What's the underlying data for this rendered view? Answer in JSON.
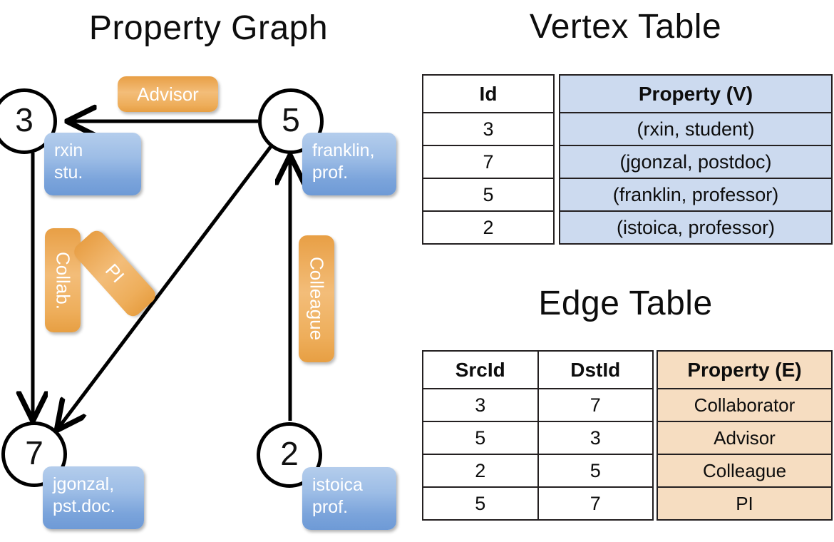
{
  "titles": {
    "property_graph": "Property Graph",
    "vertex_table": "Vertex Table",
    "edge_table": "Edge Table"
  },
  "graph": {
    "nodes": [
      {
        "id": "3",
        "property_line1": "rxin",
        "property_line2": "stu."
      },
      {
        "id": "5",
        "property_line1": "franklin,",
        "property_line2": "prof."
      },
      {
        "id": "7",
        "property_line1": "jgonzal,",
        "property_line2": "pst.doc."
      },
      {
        "id": "2",
        "property_line1": "istoica",
        "property_line2": "prof."
      }
    ],
    "edge_labels": {
      "advisor": "Advisor",
      "collab": "Collab.",
      "pi": "PI",
      "colleague": "Colleague"
    },
    "edges": [
      {
        "from": "5",
        "to": "3",
        "label": "Advisor"
      },
      {
        "from": "3",
        "to": "7",
        "label": "Collab."
      },
      {
        "from": "5",
        "to": "7",
        "label": "PI"
      },
      {
        "from": "2",
        "to": "5",
        "label": "Colleague"
      }
    ]
  },
  "vertex_table": {
    "headers": {
      "id": "Id",
      "property": "Property (V)"
    },
    "rows": [
      {
        "id": "3",
        "property": "(rxin, student)"
      },
      {
        "id": "7",
        "property": "(jgonzal, postdoc)"
      },
      {
        "id": "5",
        "property": "(franklin, professor)"
      },
      {
        "id": "2",
        "property": "(istoica, professor)"
      }
    ]
  },
  "edge_table": {
    "headers": {
      "src": "SrcId",
      "dst": "DstId",
      "property": "Property (E)"
    },
    "rows": [
      {
        "src": "3",
        "dst": "7",
        "property": "Collaborator"
      },
      {
        "src": "5",
        "dst": "3",
        "property": "Advisor"
      },
      {
        "src": "2",
        "dst": "5",
        "property": "Colleague"
      },
      {
        "src": "5",
        "dst": "7",
        "property": "PI"
      }
    ]
  },
  "colors": {
    "vertex_property_fill": "#ccdaef",
    "edge_property_fill": "#f6ddc1",
    "node_box_blue": "#7ba4db",
    "edge_label_orange": "#eeae5b",
    "stroke": "#231f20"
  }
}
